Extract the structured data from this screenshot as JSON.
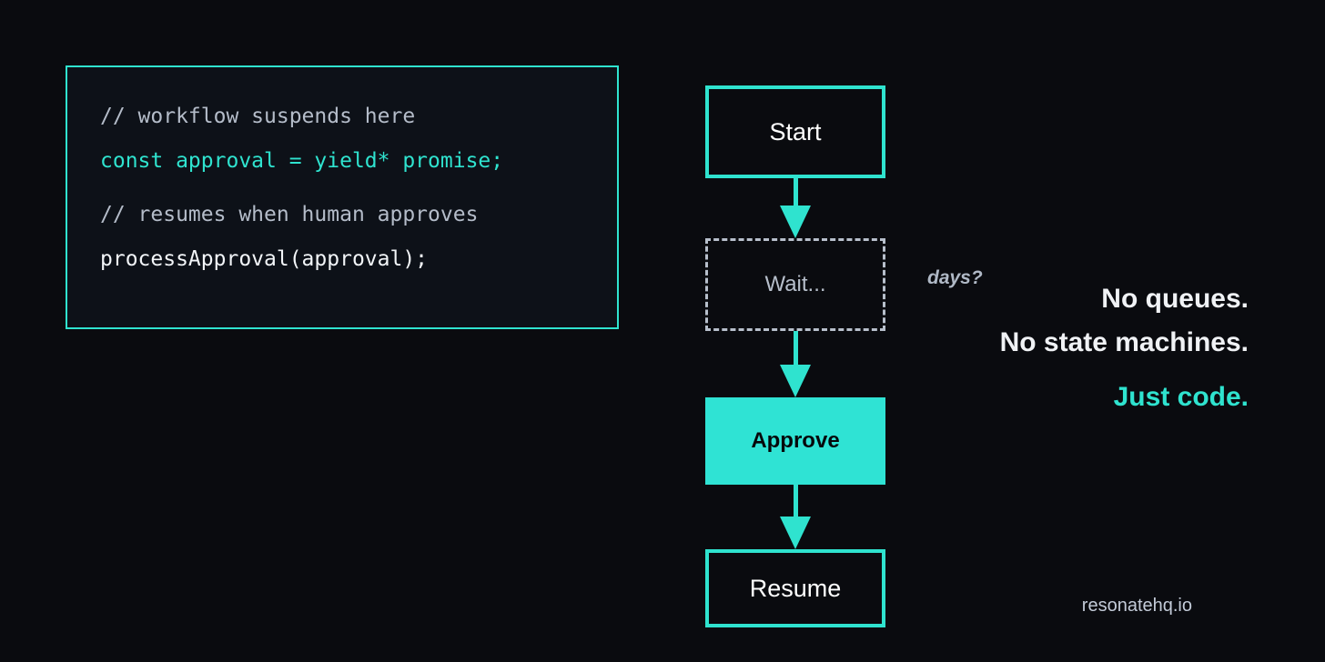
{
  "theme": {
    "background": "#0a0b0f",
    "panel_background": "#0d1118",
    "accent": "#2fe3cf",
    "accent_fill": "#2fe3d4",
    "muted_text": "#b4bcc9",
    "plain_text": "#f2f5f8"
  },
  "code_panel": {
    "lines": [
      {
        "text": "// workflow suspends here",
        "style": "comment"
      },
      {
        "text": "const approval = yield* promise;",
        "style": "accent"
      },
      {
        "text": "// resumes when human approves",
        "style": "comment"
      },
      {
        "text": "processApproval(approval);",
        "style": "plain"
      }
    ]
  },
  "flow": {
    "nodes": [
      {
        "id": "start",
        "label": "Start",
        "style": "outline"
      },
      {
        "id": "wait",
        "label": "Wait...",
        "style": "dashed"
      },
      {
        "id": "approve",
        "label": "Approve",
        "style": "filled"
      },
      {
        "id": "resume",
        "label": "Resume",
        "style": "outline"
      }
    ],
    "arrows": [
      {
        "id": "arrow-start-wait",
        "from": "start",
        "to": "wait"
      },
      {
        "id": "arrow-wait-approve",
        "from": "wait",
        "to": "approve"
      },
      {
        "id": "arrow-approve-resume",
        "from": "approve",
        "to": "resume"
      }
    ],
    "annotation": "days?"
  },
  "tagline": {
    "lines": [
      {
        "text": "No queues.",
        "accent": false
      },
      {
        "text": "No state machines.",
        "accent": false
      },
      {
        "text": "Just code.",
        "accent": true
      }
    ]
  },
  "footer": {
    "brand": "resonatehq.io"
  }
}
